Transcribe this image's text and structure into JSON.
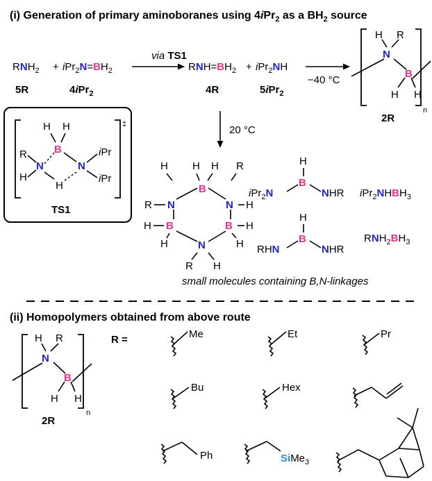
{
  "section_i": {
    "title_pre": "(i) Generation of primary aminoboranes using 4",
    "title_ipr": "i",
    "title_pr": "Pr",
    "title_sub2": "2",
    "title_post": " as a BH",
    "title_sub2b": "2",
    "title_end": " source"
  },
  "reaction": {
    "via": "via",
    "ts": "TS1",
    "cond_cold": "−40 °C",
    "cond_rt": "20 °C",
    "label_5R": "5R",
    "label_4iPr2": "4iPr2",
    "label_4R": "4R",
    "label_5iPr2": "5iPr2",
    "label_2R": "2R",
    "label_TS1": "TS1"
  },
  "small_molecules_caption": "small molecules containing B,N-linkages",
  "section_ii": {
    "title": "(ii) Homopolymers obtained from above route",
    "r_equals": "R ="
  },
  "substituents": [
    "Me",
    "Et",
    "Pr",
    "Bu",
    "Hex",
    "Ph",
    "SiMe3"
  ],
  "atom_colors": {
    "N": "#1f1fd6",
    "B": "#e8308f",
    "Si": "#2a8fd6"
  }
}
